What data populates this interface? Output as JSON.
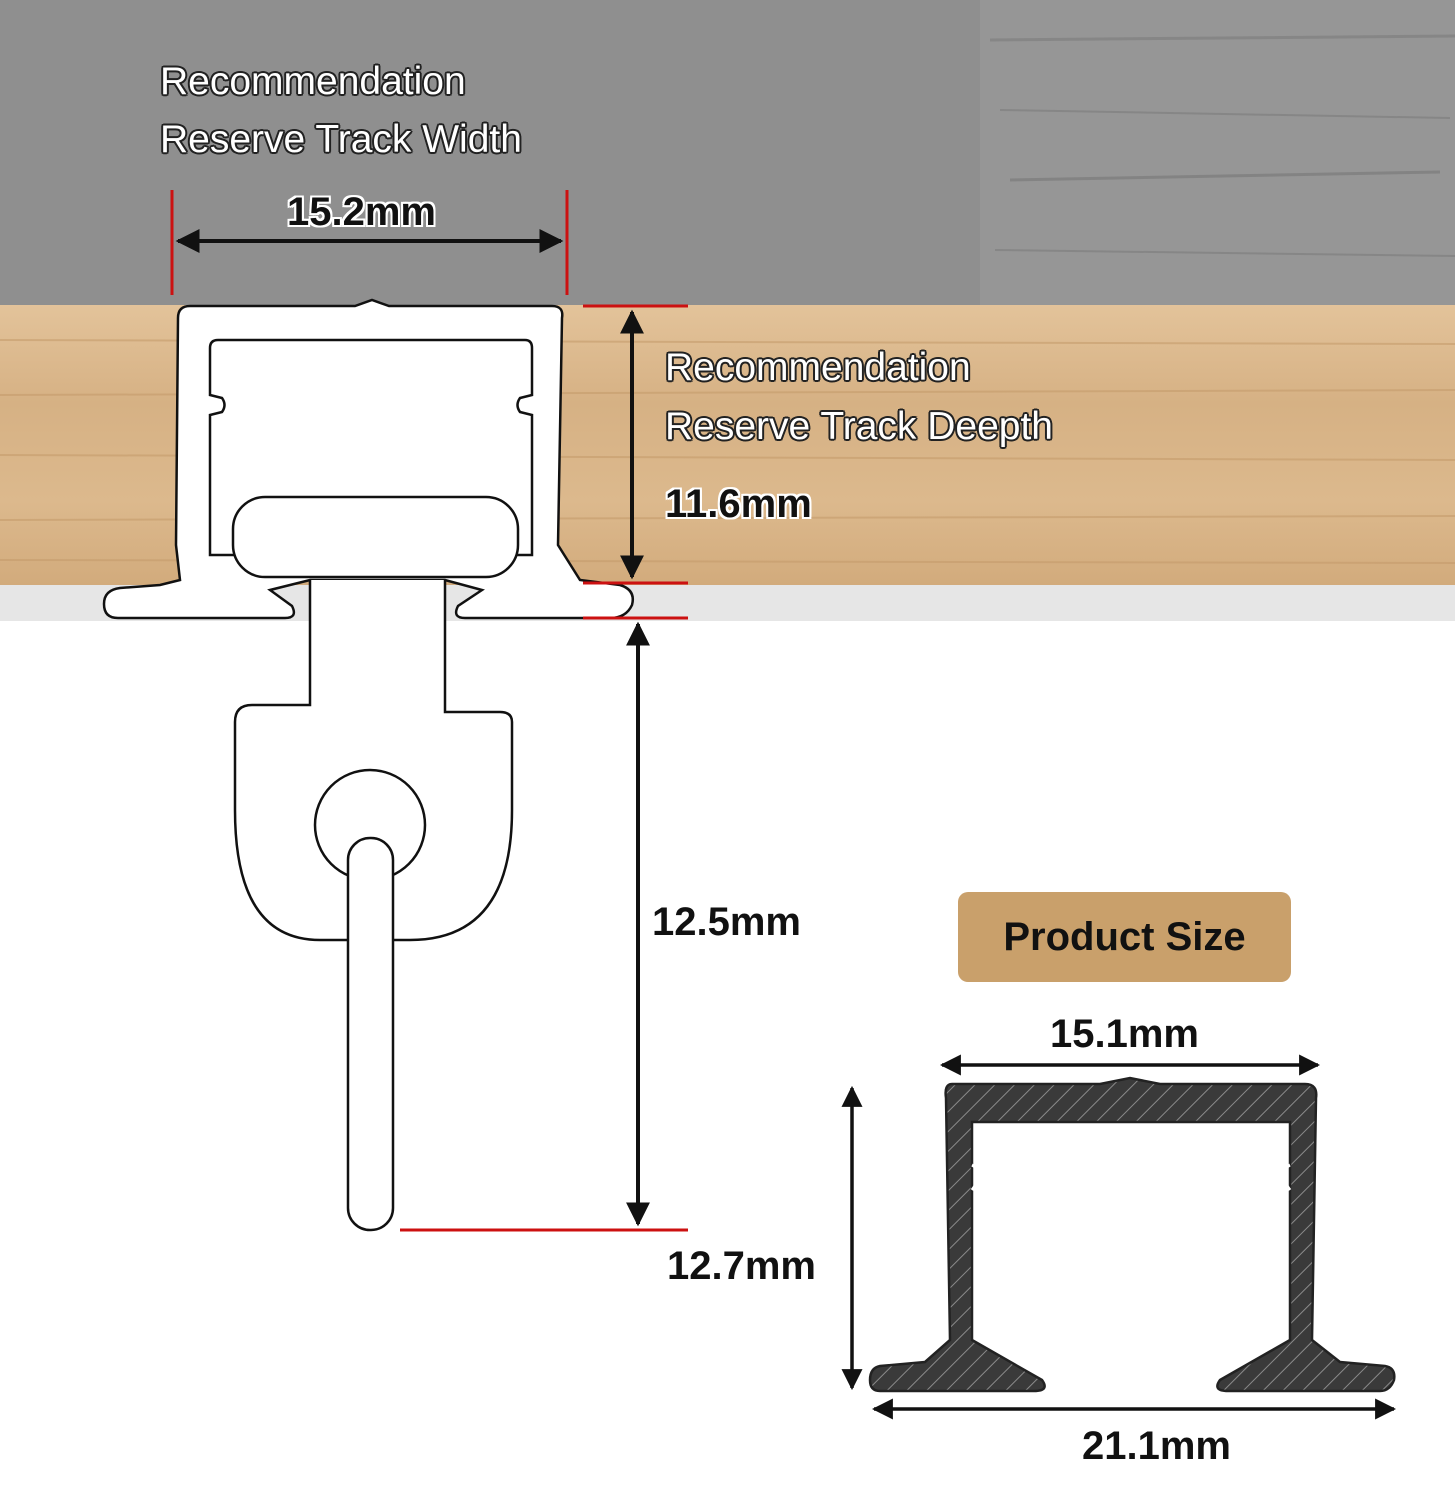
{
  "reserve_width": {
    "line1": "Recommendation",
    "line2": "Reserve Track Width",
    "value": "15.2mm"
  },
  "reserve_depth": {
    "line1": "Recommendation",
    "line2": "Reserve Track Deepth",
    "value": "11.6mm"
  },
  "hook_drop": {
    "value": "12.5mm"
  },
  "product_size": {
    "badge": "Product Size",
    "top_width": "15.1mm",
    "height": "12.7mm",
    "base_width": "21.1mm"
  },
  "colors": {
    "concrete": "#8f8f8f",
    "wood": "#d9b68a",
    "plaster": "#e6e6e6",
    "badge": "#c9a06b",
    "guide_red": "#cc1111",
    "profile_dark": "#3d3d3d"
  }
}
